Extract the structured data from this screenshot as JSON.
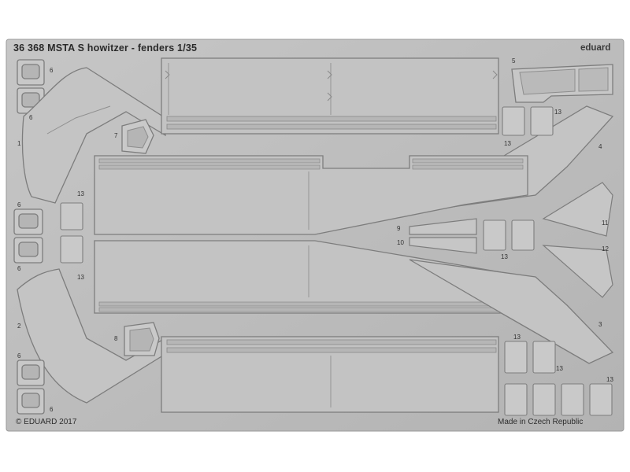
{
  "sheet": {
    "title": "36 368   MSTA S howitzer - fenders     1/35",
    "brand": "eduard",
    "copyright": "© EDUARD 2017",
    "made_in": "Made in Czech Republic"
  },
  "part_numbers": [
    {
      "label": "6"
    },
    {
      "label": "6"
    },
    {
      "label": "1"
    },
    {
      "label": "7"
    },
    {
      "label": "5"
    },
    {
      "label": "13"
    },
    {
      "label": "13"
    },
    {
      "label": "4"
    },
    {
      "label": "13"
    },
    {
      "label": "6"
    },
    {
      "label": "6"
    },
    {
      "label": "13"
    },
    {
      "label": "9"
    },
    {
      "label": "10"
    },
    {
      "label": "11"
    },
    {
      "label": "12"
    },
    {
      "label": "13"
    },
    {
      "label": "2"
    },
    {
      "label": "8"
    },
    {
      "label": "3"
    },
    {
      "label": "13"
    },
    {
      "label": "13"
    },
    {
      "label": "13"
    },
    {
      "label": "6"
    },
    {
      "label": "6"
    }
  ],
  "colors": {
    "fret": "#b9b9b9",
    "part": "#c3c3c3",
    "etch_line": "#8c8c8c",
    "highlight": "#e2e2e2",
    "text": "#2a2a2a"
  }
}
